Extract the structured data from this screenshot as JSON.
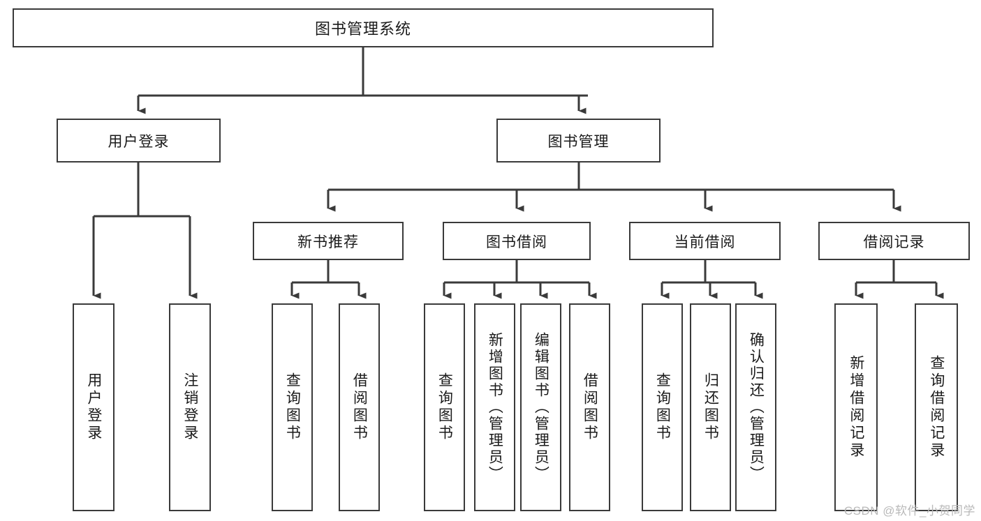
{
  "diagram": {
    "title": "图书管理系统",
    "type": "hierarchy-tree",
    "root": {
      "id": "root",
      "label": "图书管理系统"
    },
    "level2": [
      {
        "id": "user-login",
        "label": "用户登录"
      },
      {
        "id": "book-management",
        "label": "图书管理"
      }
    ],
    "level3": [
      {
        "id": "new-book-recommend",
        "label": "新书推荐",
        "parent": "book-management"
      },
      {
        "id": "book-borrow",
        "label": "图书借阅",
        "parent": "book-management"
      },
      {
        "id": "current-borrow",
        "label": "当前借阅",
        "parent": "book-management"
      },
      {
        "id": "borrow-record",
        "label": "借阅记录",
        "parent": "book-management"
      }
    ],
    "leaves": [
      {
        "id": "leaf-user-login",
        "label": "用户登录",
        "parent": "user-login"
      },
      {
        "id": "leaf-logout-login",
        "label": "注销登录",
        "parent": "user-login"
      },
      {
        "id": "leaf-query-book-1",
        "label": "查询图书",
        "parent": "new-book-recommend"
      },
      {
        "id": "leaf-borrow-book-1",
        "label": "借阅图书",
        "parent": "new-book-recommend"
      },
      {
        "id": "leaf-query-book-2",
        "label": "查询图书",
        "parent": "book-borrow"
      },
      {
        "id": "leaf-add-book-admin",
        "label": "新增图书（管理员）",
        "parent": "book-borrow"
      },
      {
        "id": "leaf-edit-book-admin",
        "label": "编辑图书（管理员）",
        "parent": "book-borrow"
      },
      {
        "id": "leaf-borrow-book-2",
        "label": "借阅图书",
        "parent": "book-borrow"
      },
      {
        "id": "leaf-query-book-3",
        "label": "查询图书",
        "parent": "current-borrow"
      },
      {
        "id": "leaf-return-book",
        "label": "归还图书",
        "parent": "current-borrow"
      },
      {
        "id": "leaf-confirm-return-admin",
        "label": "确认归还（管理员）",
        "parent": "current-borrow"
      },
      {
        "id": "leaf-add-borrow-record",
        "label": "新增借阅记录",
        "parent": "borrow-record"
      },
      {
        "id": "leaf-query-borrow-record",
        "label": "查询借阅记录",
        "parent": "borrow-record"
      }
    ],
    "watermark": "CSDN @软件_小贺同学",
    "colors": {
      "stroke": "#3a3a3a",
      "background": "#ffffff",
      "text": "#1a1a1a",
      "watermark": "#b9b9b9"
    }
  }
}
